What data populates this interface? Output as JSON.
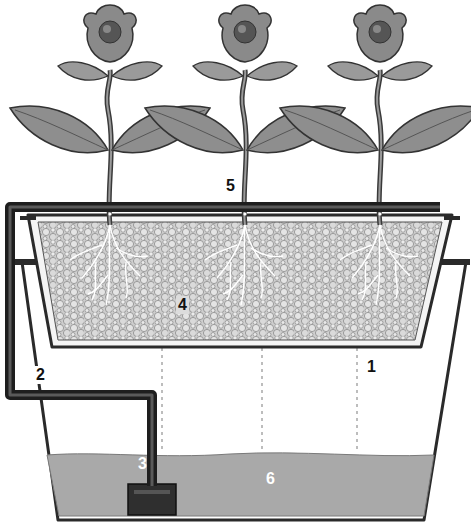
{
  "diagram": {
    "labels": [
      "5",
      "4",
      "1",
      "2",
      "3",
      "6"
    ]
  }
}
